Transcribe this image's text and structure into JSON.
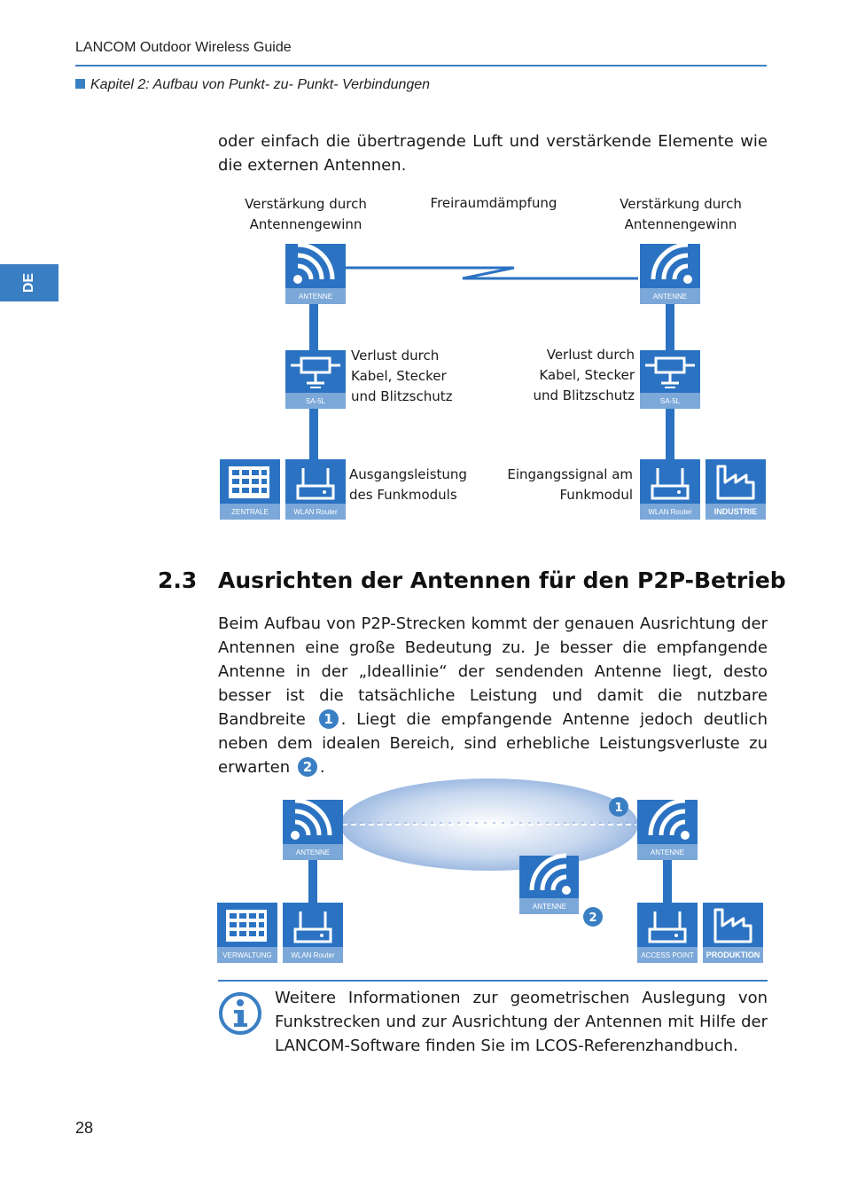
{
  "header": {
    "title": "LANCOM Outdoor Wireless Guide",
    "chapter": "Kapitel 2: Aufbau von Punkt- zu- Punkt- Verbindungen"
  },
  "sidebar_tab": "DE",
  "intro_text": "oder einfach die übertragende Luft und verstärkende Elemente wie die externen Antennen.",
  "diagram1": {
    "label_gain_left_1": "Verstärkung durch",
    "label_gain_left_2": "Antennengewinn",
    "label_free_space": "Freiraumdämpfung",
    "label_gain_right_1": "Verstärkung durch",
    "label_gain_right_2": "Antennengewinn",
    "label_loss_left_1": "Verlust durch",
    "label_loss_left_2": "Kabel, Stecker",
    "label_loss_left_3": "und Blitzschutz",
    "label_loss_right_1": "Verlust durch",
    "label_loss_right_2": "Kabel, Stecker",
    "label_loss_right_3": "und Blitzschutz",
    "label_output_1": "Ausgangsleistung",
    "label_output_2": "des Funkmoduls",
    "label_input_1": "Eingangssignal am",
    "label_input_2": "Funkmodul",
    "cap_antenna_left": "ANTENNE",
    "cap_antenna_right": "ANTENNE",
    "cap_sasl_left": "SA-5L",
    "cap_sasl_right": "SA-5L",
    "cap_zentrale": "ZENTRALE",
    "cap_router_left": "WLAN Router",
    "cap_router_right": "WLAN Router",
    "cap_industrie": "INDUSTRIE"
  },
  "section": {
    "number": "2.3",
    "title": "Ausrichten der Antennen für den P2P-Betrieb"
  },
  "para2": {
    "part1": "Beim Aufbau von P2P-Strecken kommt der genauen Ausrichtung der Antennen eine große Bedeutung zu. Je besser die empfangende Antenne in der „Ideallinie“ der sendenden Antenne liegt, desto besser ist die tatsächliche Leistung und damit die nutzbare Bandbreite",
    "badge1": "1",
    "part2": ". Liegt die empfangende Antenne jedoch deutlich neben dem idealen Bereich, sind erhebliche Leistungsverluste zu erwarten",
    "badge2": "2",
    "part3": "."
  },
  "diagram2": {
    "cap_antenna_left": "ANTENNE",
    "cap_antenna_right": "ANTENNE",
    "cap_antenna_mid": "ANTENNE",
    "cap_verwaltung": "VERWALTUNG",
    "cap_router": "WLAN Router",
    "cap_access_point": "ACCESS POINT",
    "cap_produktion": "PRODUKTION",
    "marker1": "1",
    "marker2": "2"
  },
  "info": {
    "text": "Weitere Informationen zur geometrischen Auslegung von Funkstrecken und zur Ausrichtung der Antennen mit Hilfe der LANCOM-Software finden Sie im LCOS-Referenzhandbuch.",
    "icon": "info-icon"
  },
  "page_number": "28",
  "colors": {
    "accent": "#3a7fc4",
    "tile": "#2b73c2",
    "tile_caption": "#7ba8d8"
  }
}
